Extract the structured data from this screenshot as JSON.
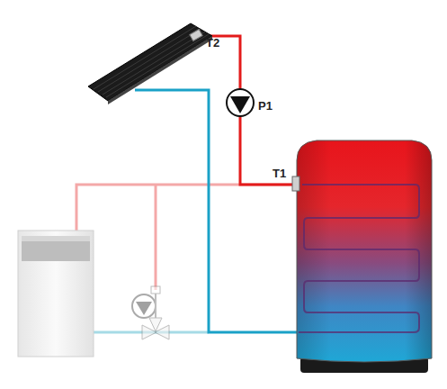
{
  "diagram": {
    "labels": [
      "T2",
      "P1",
      "T1"
    ]
  }
}
